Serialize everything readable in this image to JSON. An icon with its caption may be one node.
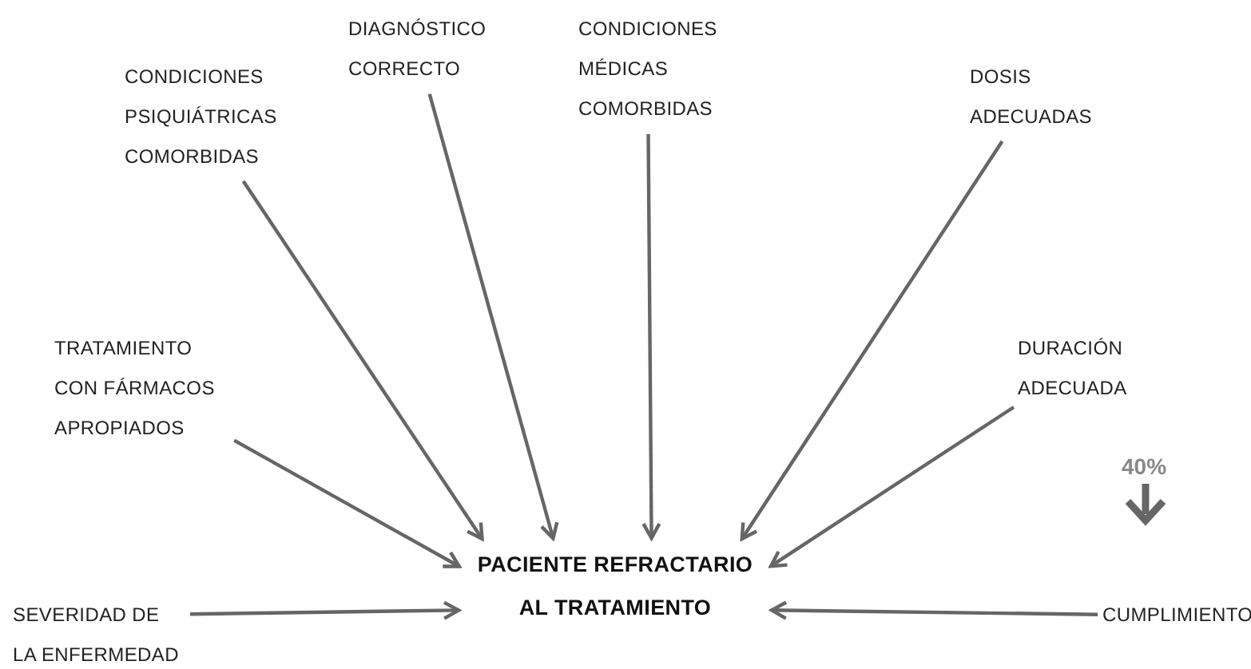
{
  "diagram": {
    "nodes": [
      {
        "text": [
          "DIAGNÓSTICO CORRECTO"
        ]
      },
      {
        "text": [
          "CONDICIONES MÉDICAS COMORBIDAS"
        ]
      },
      {
        "text": [
          "CONDICIONES PSIQUIÁTRICAS COMORBIDAS"
        ]
      },
      {
        "text": [
          "DOSIS ADECUADAS"
        ]
      },
      {
        "text": [
          "TRATAMIENTO CON FÁRMACOS APROPIADOS"
        ]
      },
      {
        "text": [
          "DURACIÓN ADECUADA"
        ]
      },
      {
        "text": [
          "PACIENTE REFRACTARIO AL TRATAMIENTO"
        ]
      },
      {
        "text": [
          "SEVERIDAD DE LA ENFERMEDAD"
        ]
      },
      {
        "text": [
          "CUMPLIMIENTO"
        ]
      }
    ],
    "edges": [
      {
        "from": 0,
        "to": 6,
        "arrow": "to"
      },
      {
        "from": 1,
        "to": 6,
        "arrow": "to"
      },
      {
        "from": 2,
        "to": 6,
        "arrow": "to"
      },
      {
        "from": 3,
        "to": 6,
        "arrow": "to"
      },
      {
        "from": 4,
        "to": 6,
        "arrow": "to"
      },
      {
        "from": 5,
        "to": 6,
        "arrow": "to"
      },
      {
        "from": 7,
        "to": 6,
        "arrow": "to"
      },
      {
        "from": 8,
        "to": 6,
        "arrow": "to"
      }
    ],
    "labels": [
      "40%"
    ]
  }
}
